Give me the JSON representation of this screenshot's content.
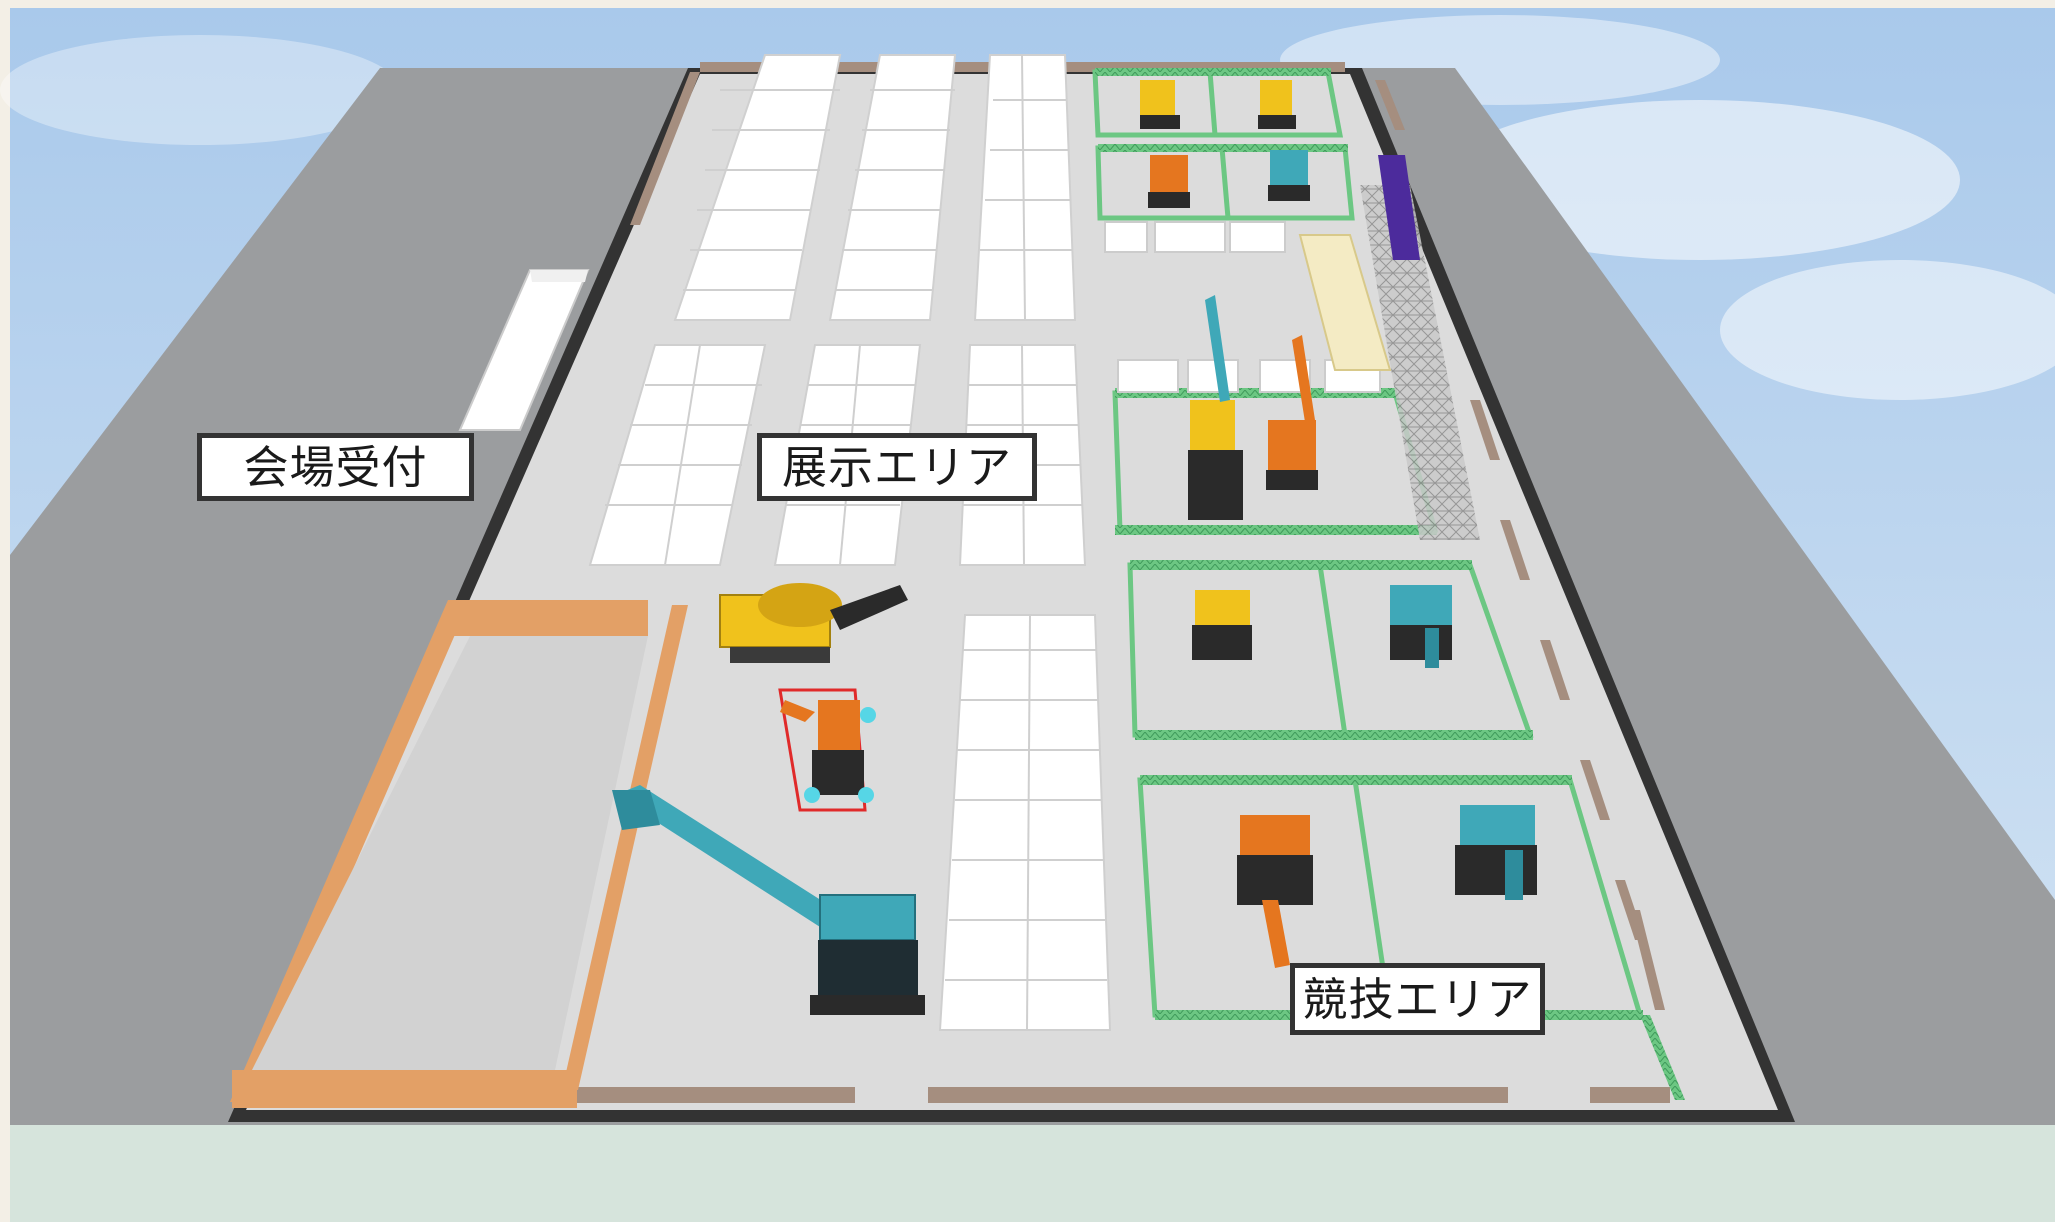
{
  "labels": {
    "reception": "会場受付",
    "exhibition": "展示エリア",
    "competition": "競技エリア"
  },
  "colors": {
    "sky": "#bcd6ee",
    "ground": "#9ea0a2",
    "floor": "#dcdcdc",
    "fence": "#6cc783",
    "orange_fence": "#e3a066",
    "bottom_band": "#d6e4dc",
    "excavator_yellow": "#f0c21c",
    "excavator_orange": "#e5761f",
    "excavator_teal": "#3fa8b8",
    "purple_block": "#4c2b9c",
    "cream_tent": "#f4ebc4"
  }
}
